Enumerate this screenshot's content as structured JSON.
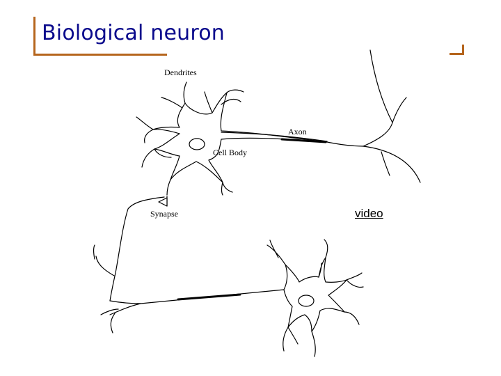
{
  "slide": {
    "title": "Biological neuron",
    "accent_color": "#b5651d",
    "title_color": "#0a0a8c"
  },
  "diagram": {
    "labels": {
      "dendrites": "Dendrites",
      "cell_body": "Cell Body",
      "axon": "Axon",
      "synapse": "Synapse"
    }
  },
  "link": {
    "video": "video"
  }
}
